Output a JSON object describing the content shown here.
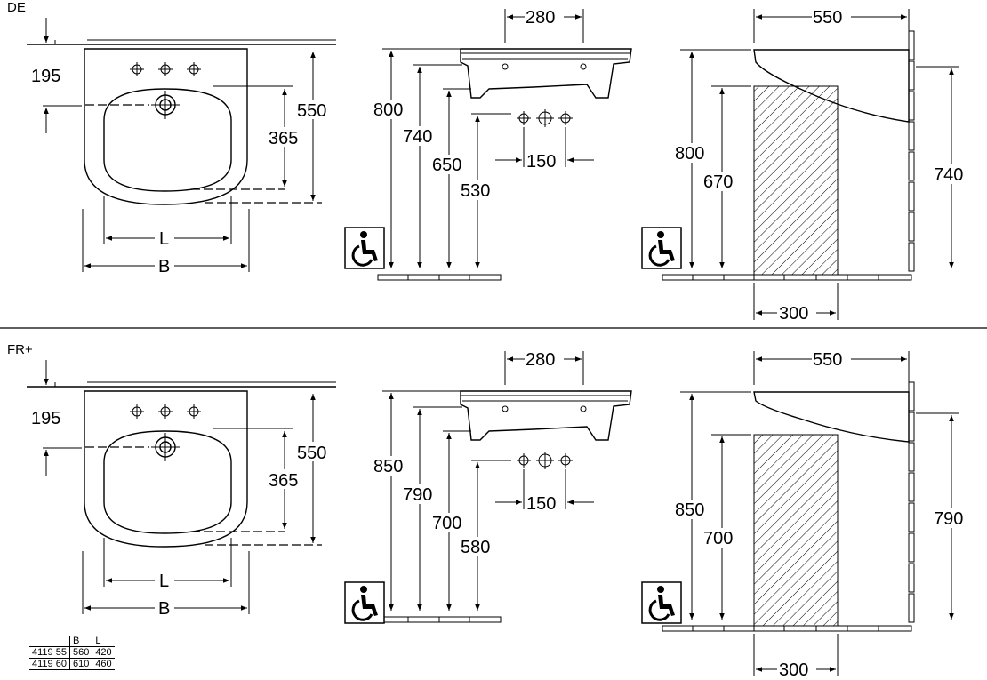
{
  "sections": [
    {
      "label": "DE",
      "top": {
        "width": "280",
        "offset": "195",
        "depth": "550",
        "to_drain": "365",
        "tap_spacing": "150",
        "L": "L",
        "B": "B"
      },
      "side": {
        "h1": "800",
        "h2": "740",
        "h3": "650",
        "h4": "530"
      },
      "right": {
        "depth": "550",
        "h1": "800",
        "h2": "670",
        "h3": "740",
        "knee": "300"
      }
    },
    {
      "label": "FR+",
      "top": {
        "width": "280",
        "offset": "195",
        "depth": "550",
        "to_drain": "365",
        "tap_spacing": "150",
        "L": "L",
        "B": "B"
      },
      "side": {
        "h1": "850",
        "h2": "790",
        "h3": "700",
        "h4": "580"
      },
      "right": {
        "depth": "550",
        "h1": "850",
        "h2": "700",
        "h3": "790",
        "knee": "300"
      }
    }
  ],
  "icons": [
    "wheelchair-icon",
    "tap-hole-icon",
    "drain-icon"
  ],
  "size_table": {
    "headers": [
      "",
      "B",
      "L"
    ],
    "rows": [
      [
        "4119 55",
        "560",
        "420"
      ],
      [
        "4119 60",
        "610",
        "460"
      ]
    ]
  }
}
